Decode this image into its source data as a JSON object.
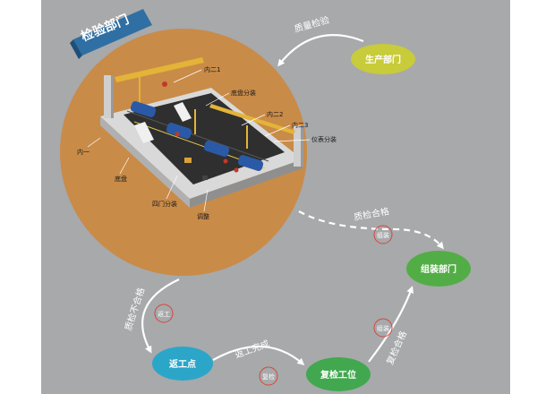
{
  "title": "检验部门",
  "nodes": {
    "production": "生产部门",
    "assembly": "组装部门",
    "rework": "返工点",
    "recheck": "复检工位"
  },
  "edges": {
    "quality_inspection": "质量检验",
    "qc_pass": "质检合格",
    "qc_fail": "质检不合格",
    "rework_done": "返工完成",
    "recheck_pass": "复检合格"
  },
  "tags": {
    "assemble_1": "组装",
    "rework": "返工",
    "recheck": "复检",
    "assemble_2": "组装"
  },
  "line_labels": {
    "inner2_1": "内二1",
    "chassis_sub": "底盘分装",
    "inner2_2": "内二2",
    "inner2_3": "内二3",
    "dash_sub": "仪表分装",
    "inner1": "内一",
    "chassis": "底盘",
    "door_sub": "四门分装",
    "adjust": "调整"
  },
  "colors": {
    "background": "#a7a9ab",
    "circle": "#c98b48",
    "banner": "#2f6fa3",
    "production": "#c8cb3a",
    "assembly": "#53ad46",
    "rework": "#2ba6c8",
    "recheck": "#41a84f",
    "tag_stroke": "#d8453c"
  }
}
